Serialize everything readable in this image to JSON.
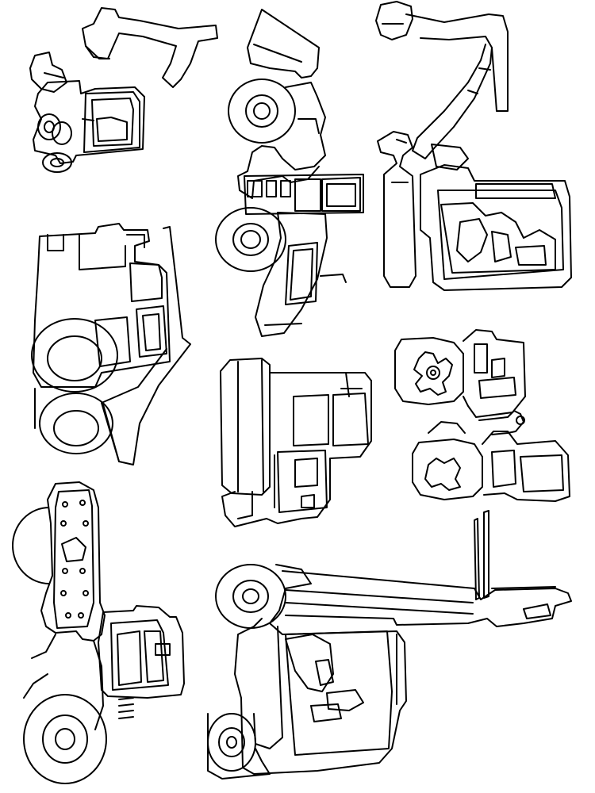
{
  "page": {
    "background": "#ffffff",
    "line_color": "#000000"
  },
  "vehicles": [
    {
      "id": "backhoe-loader",
      "icon": "backhoe-loader-icon"
    },
    {
      "id": "wheel-loader",
      "icon": "wheel-loader-icon"
    },
    {
      "id": "excavator",
      "icon": "excavator-icon"
    },
    {
      "id": "dump-truck",
      "icon": "dump-truck-icon"
    },
    {
      "id": "road-roller-tandem",
      "icon": "road-roller-icon"
    },
    {
      "id": "compactor",
      "icon": "compactor-icon"
    },
    {
      "id": "soil-compactor",
      "icon": "soil-compactor-icon"
    },
    {
      "id": "forklift",
      "icon": "forklift-icon"
    }
  ]
}
